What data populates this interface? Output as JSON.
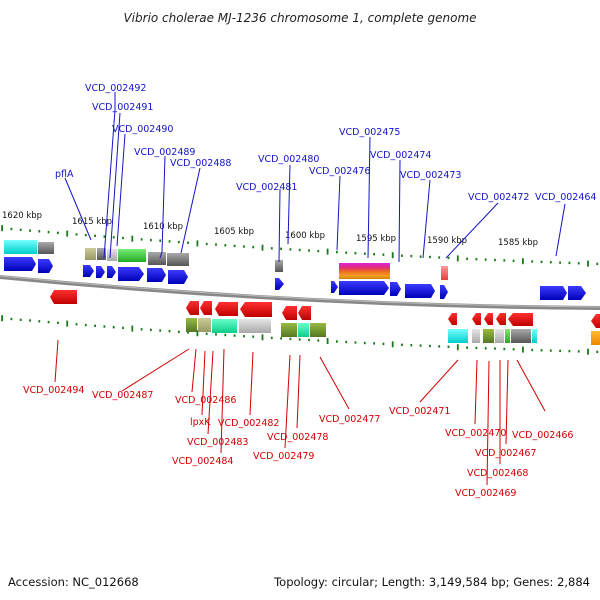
{
  "title": "Vibrio cholerae MJ-1236 chromosome 1, complete genome",
  "footer": {
    "accession": "Accession: NC_012668",
    "topology": "Topology: circular; Length: 3,149,584 bp; Genes: 2,884"
  },
  "colors": {
    "forward_gene": "#0a0adc",
    "reverse_gene": "#e60000",
    "top_label": "#1414c8",
    "bottom_label": "#d20000",
    "tick": "#1a7a1a",
    "backbone": "#888888"
  },
  "kbp_labels": [
    "1620 kbp",
    "1615 kbp",
    "1610 kbp",
    "1605 kbp",
    "1600 kbp",
    "1595 kbp",
    "1590 kbp",
    "1585 kbp"
  ],
  "top_labels": [
    "VCD_002492",
    "VCD_002491",
    "VCD_002490",
    "VCD_002489",
    "VCD_002488",
    "pflA",
    "VCD_002480",
    "VCD_002481",
    "VCD_002475",
    "VCD_002474",
    "VCD_002476",
    "VCD_002473",
    "VCD_002472",
    "VCD_002464"
  ],
  "bottom_labels": [
    "VCD_002494",
    "VCD_002487",
    "VCD_002486",
    "lpxK",
    "VCD_002483",
    "VCD_002484",
    "VCD_002482",
    "VCD_002478",
    "VCD_002479",
    "VCD_002477",
    "VCD_002471",
    "VCD_002470",
    "VCD_002467",
    "VCD_002468",
    "VCD_002469",
    "VCD_002466"
  ]
}
